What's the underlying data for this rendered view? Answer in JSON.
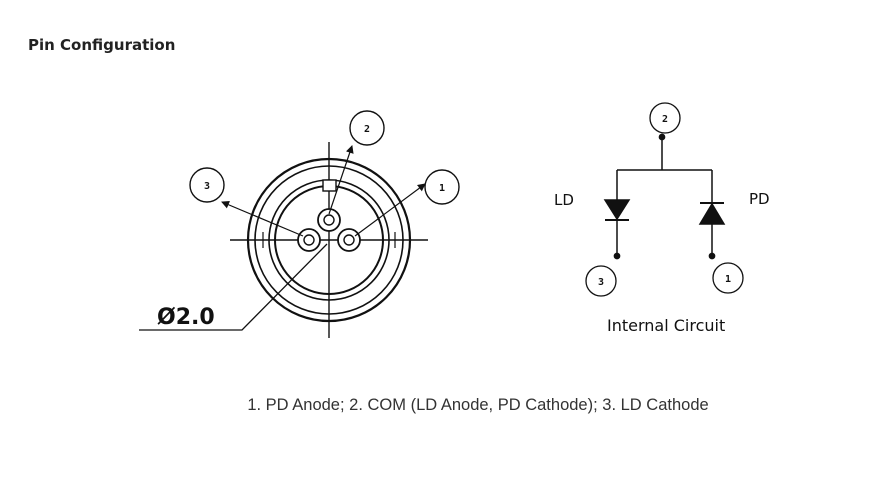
{
  "section": {
    "title": "Pin Configuration"
  },
  "diagram": {
    "dimension_label": "Ø2.0",
    "pin_markers": [
      "1",
      "2",
      "3"
    ],
    "circuit": {
      "ld_label": "LD",
      "pd_label": "PD",
      "title": "Internal Circuit"
    }
  },
  "caption": "1. PD Anode; 2. COM (LD Anode, PD Cathode); 3. LD Cathode"
}
